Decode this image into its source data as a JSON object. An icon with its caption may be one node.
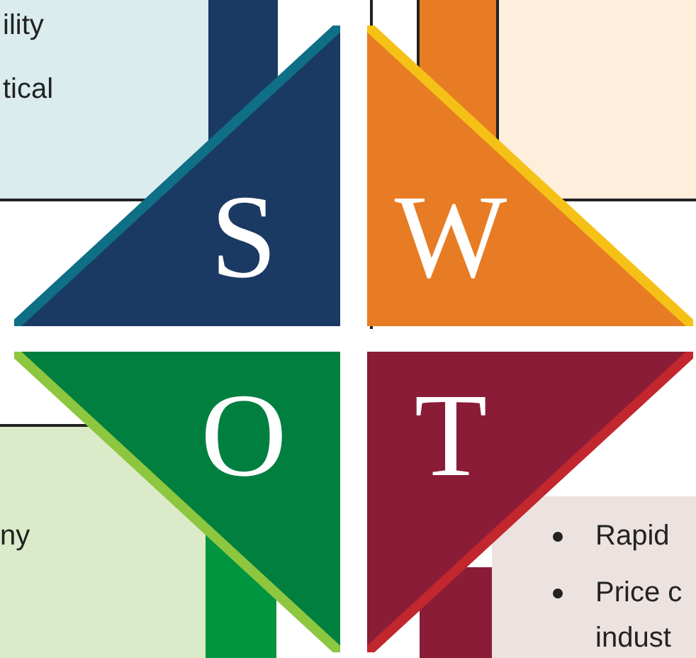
{
  "diagram": {
    "nodes": [
      {
        "text": [
          "ility",
          "tical"
        ]
      },
      {
        "text": [],
        "shape": "box"
      },
      {
        "text": [
          "S"
        ]
      },
      {
        "text": [
          "W"
        ]
      },
      {
        "text": [
          "O"
        ]
      },
      {
        "text": [
          "T"
        ]
      },
      {
        "text": [
          "ny"
        ]
      },
      {
        "text": [
          "Rapid",
          "Price c indust"
        ]
      },
      {
        "text": [],
        "shape": "bar"
      },
      {
        "text": [],
        "shape": "bar"
      },
      {
        "text": [],
        "shape": "bar"
      },
      {
        "text": [],
        "shape": "bar"
      }
    ]
  }
}
